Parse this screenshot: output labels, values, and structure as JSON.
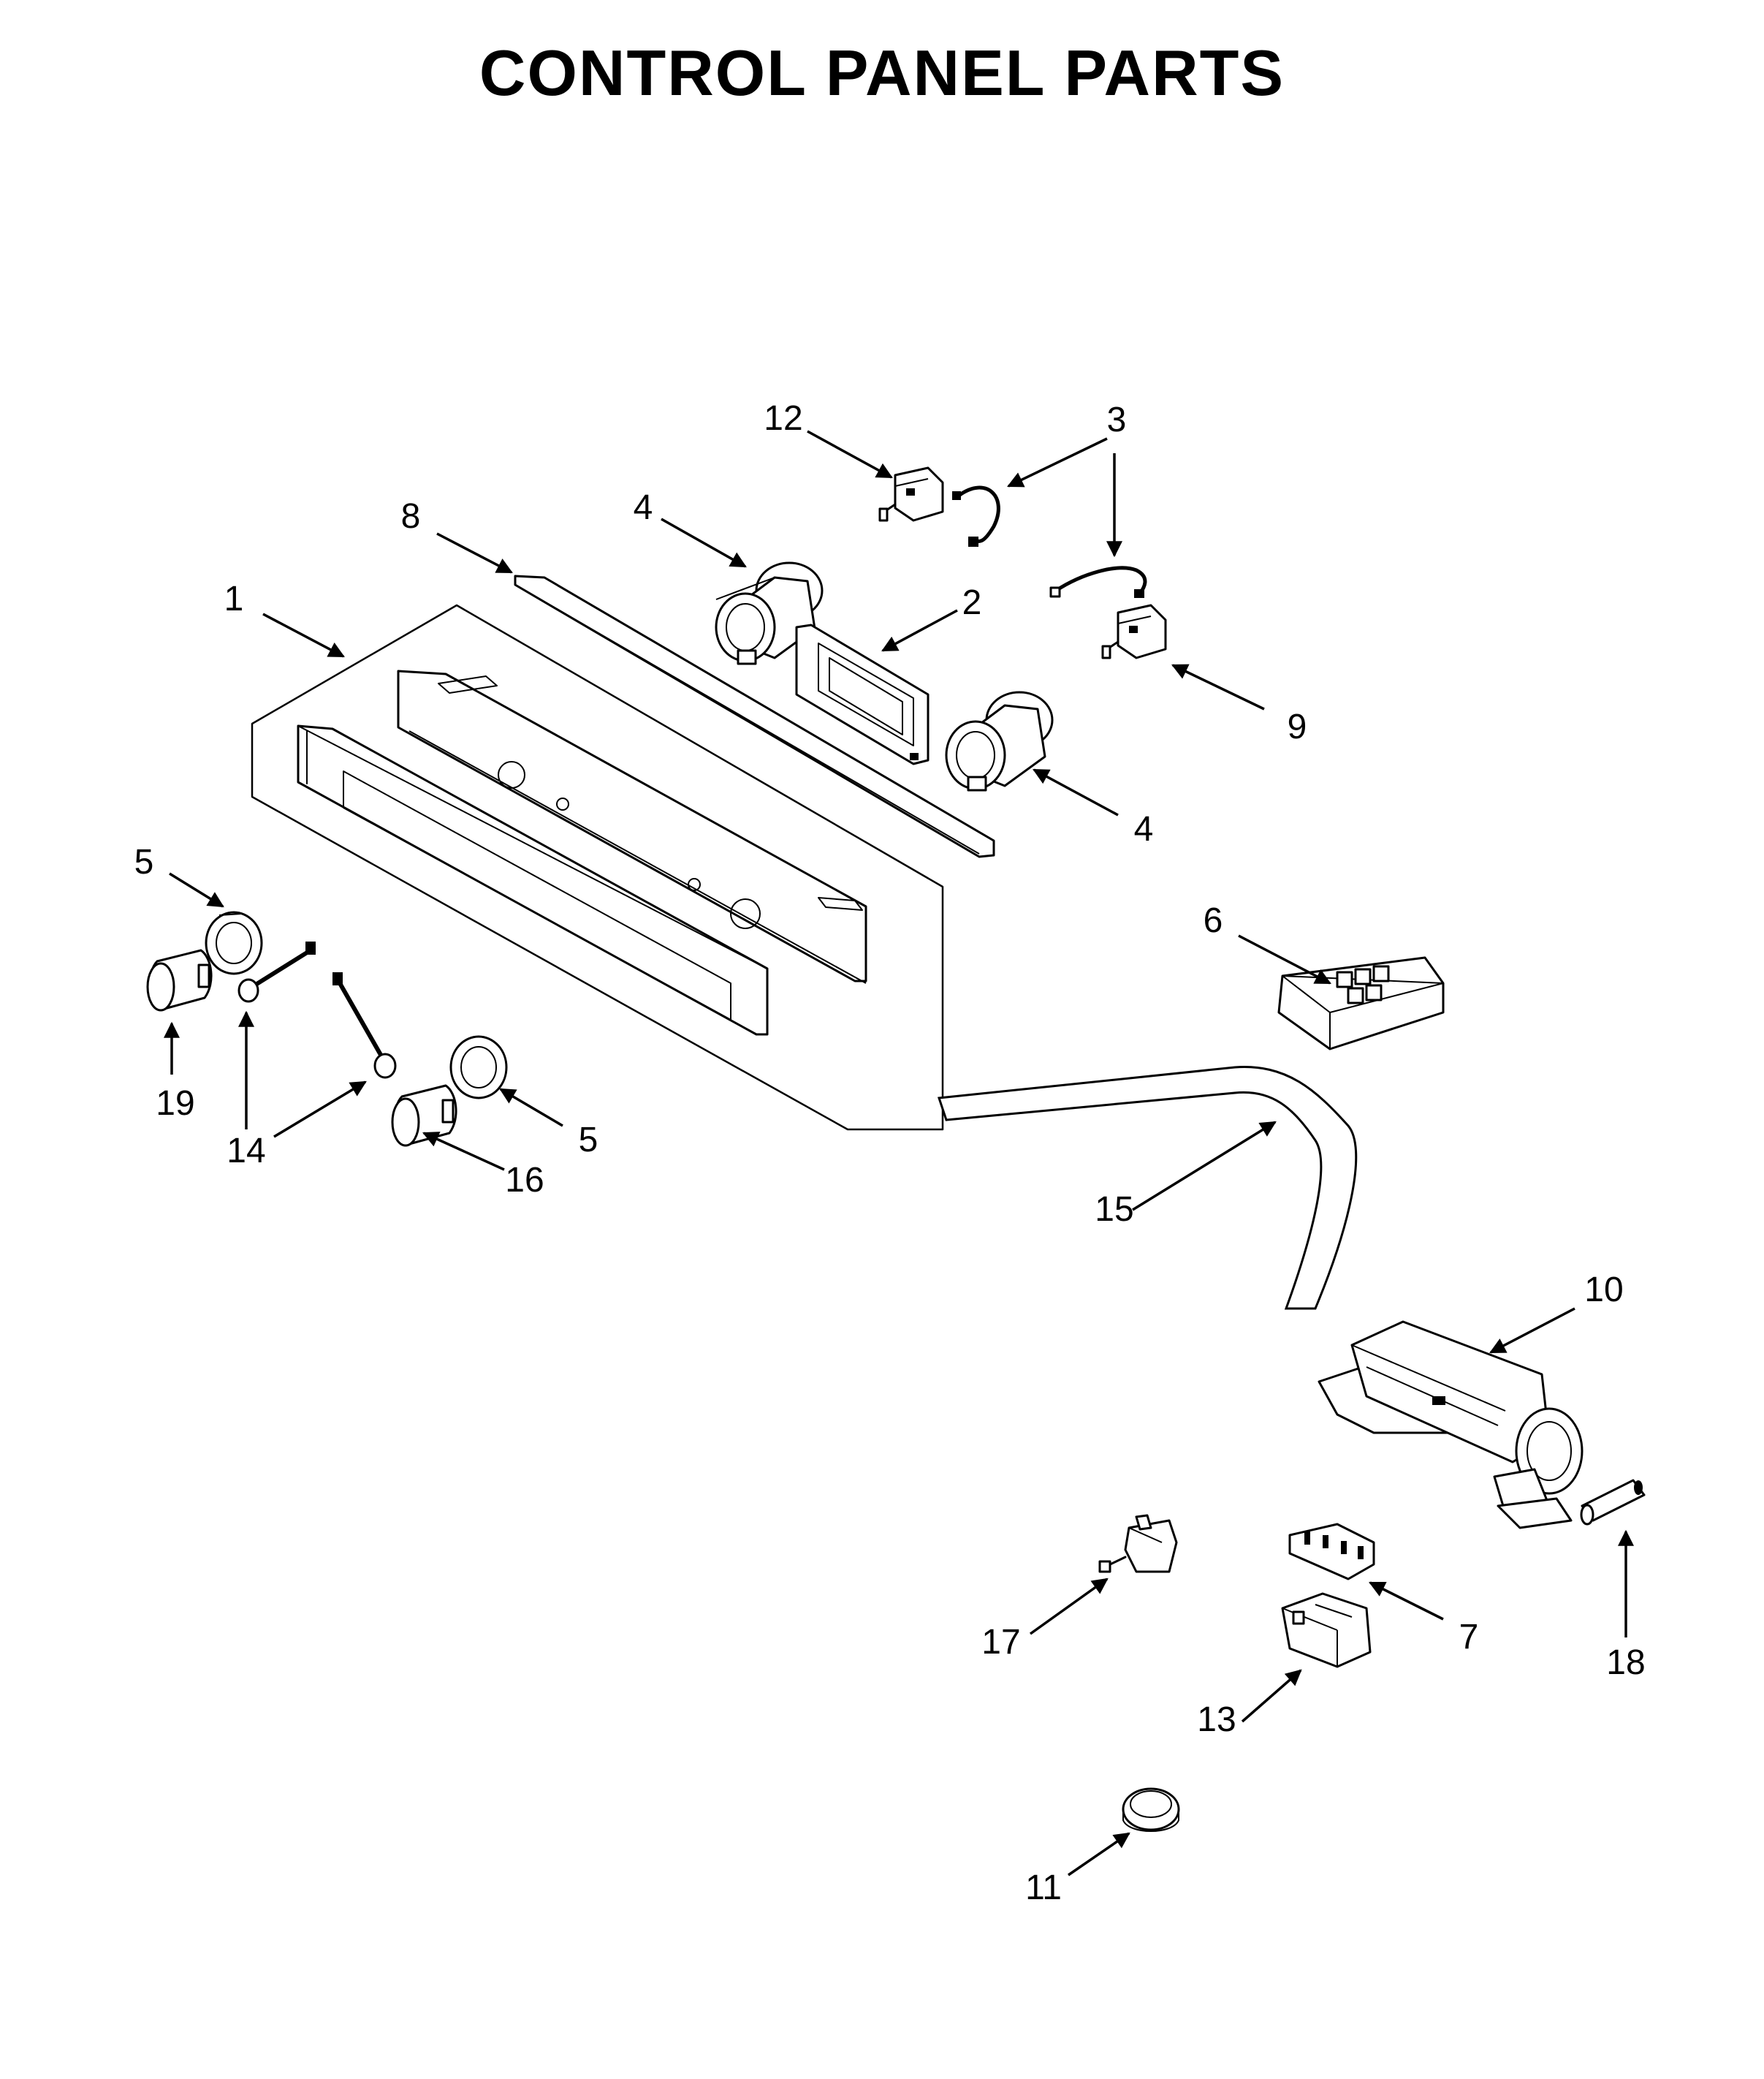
{
  "title": "CONTROL PANEL PARTS",
  "callouts": {
    "c1": "1",
    "c2": "2",
    "c3": "3",
    "c4a": "4",
    "c4b": "4",
    "c5a": "5",
    "c5b": "5",
    "c6": "6",
    "c7": "7",
    "c8": "8",
    "c9": "9",
    "c10": "10",
    "c11": "11",
    "c12": "12",
    "c13": "13",
    "c14": "14",
    "c15": "15",
    "c16": "16",
    "c17": "17",
    "c18": "18",
    "c19": "19"
  }
}
